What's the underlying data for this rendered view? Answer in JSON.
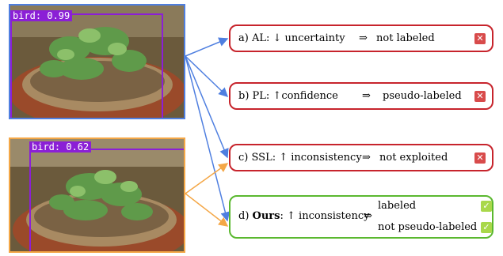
{
  "colors": {
    "blue": "#4f7fe0",
    "orange": "#f4a747",
    "red": "#c7242c",
    "green": "#5ab82f",
    "detection": "#8b1fd6"
  },
  "images": [
    {
      "label": "bird: 0.99",
      "frame_color": "#4f7fe0"
    },
    {
      "label": "bird: 0.62",
      "frame_color": "#f4a747"
    }
  ],
  "cards": {
    "a": {
      "prefix": "a) AL: ",
      "symbol": "↓",
      "text": " uncertainty",
      "arrow": "⇒",
      "result": "not labeled",
      "badge": "✕"
    },
    "b": {
      "prefix": "b) PL: ",
      "symbol": "↑",
      "text": "confidence",
      "arrow": "⇒",
      "result": "pseudo-labeled",
      "badge": "✕"
    },
    "c": {
      "prefix": "c) SSL: ",
      "symbol": "↑",
      "text": " inconsistency",
      "arrow": "⇒",
      "result": "not exploited",
      "badge": "✕"
    },
    "d": {
      "prefix": "d) ",
      "bold": "Ours",
      "sep": ": ",
      "symbol": "↑",
      "text": " inconsistency",
      "arrow": "⇒",
      "result1": "labeled",
      "result2": "not pseudo-labeled",
      "badge1": "✓",
      "badge2": "✓"
    }
  }
}
